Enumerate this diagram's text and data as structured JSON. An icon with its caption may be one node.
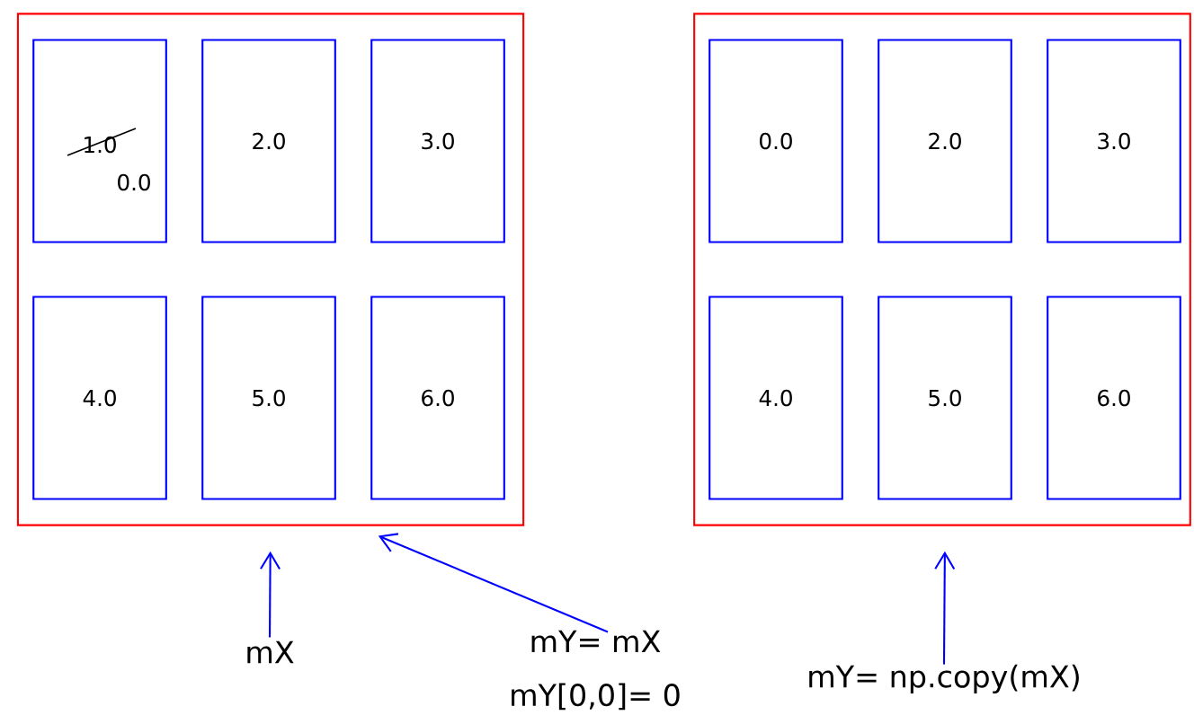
{
  "diagram": {
    "nodes": [
      {
        "text": [],
        "shape": "box"
      },
      {
        "text": [
          "1.0",
          "0.0"
        ],
        "in": 0
      },
      {
        "text": [
          "2.0"
        ],
        "in": 0
      },
      {
        "text": [
          "3.0"
        ],
        "in": 0
      },
      {
        "text": [
          "4.0"
        ],
        "in": 0
      },
      {
        "text": [
          "5.0"
        ],
        "in": 0
      },
      {
        "text": [
          "6.0"
        ],
        "in": 0
      },
      {
        "text": [],
        "shape": "box"
      },
      {
        "text": [
          "0.0"
        ],
        "in": 7
      },
      {
        "text": [
          "2.0"
        ],
        "in": 7
      },
      {
        "text": [
          "3.0"
        ],
        "in": 7
      },
      {
        "text": [
          "4.0"
        ],
        "in": 7
      },
      {
        "text": [
          "5.0"
        ],
        "in": 7
      },
      {
        "text": [
          "6.0"
        ],
        "in": 7
      },
      {
        "text": [
          "mX"
        ]
      },
      {
        "text": [
          "mY= mX",
          "mY[0,0]= 0"
        ]
      },
      {
        "text": [
          "mY= np.copy(mX)"
        ]
      }
    ],
    "edges": [
      {
        "from": 14,
        "to": 0,
        "arrow": "to"
      },
      {
        "from": 15,
        "to": 0,
        "arrow": "to"
      },
      {
        "from": 16,
        "to": 7,
        "arrow": "to"
      }
    ]
  }
}
